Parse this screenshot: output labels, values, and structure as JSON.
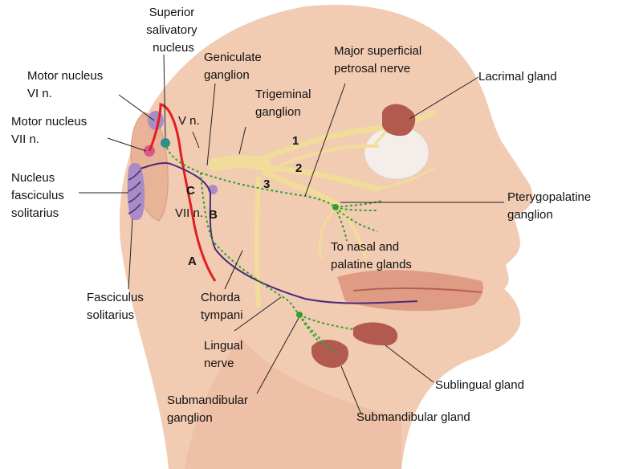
{
  "colors": {
    "skin": "#f2cbb3",
    "skin_shadow": "#e2a88c",
    "nerve": "#f1dc9a",
    "gland": "#b25a4f",
    "parasympathetic": "#30a12a",
    "motor": "#e02020",
    "sensory": "#4a2a7a",
    "nucleus": "#a98bc6"
  },
  "labels": {
    "superior_salivatory": [
      "Superior",
      "salivatory",
      "nucleus"
    ],
    "geniculate": [
      "Geniculate",
      "ganglion"
    ],
    "motor_vi": [
      "Motor nucleus",
      "VI n."
    ],
    "motor_vii": [
      "Motor nucleus",
      "VII n."
    ],
    "trigeminal": [
      "Trigeminal",
      "ganglion"
    ],
    "v_n": "V n.",
    "major_petrosal": [
      "Major superficial",
      "petrosal nerve"
    ],
    "lacrimal": "Lacrimal gland",
    "nucleus_fasciculus": [
      "Nucleus",
      "fasciculus",
      "solitarius"
    ],
    "vii_n": "VII n.",
    "pterygopalatine": [
      "Pterygopalatine",
      "ganglion"
    ],
    "nasal_palatine": [
      "To nasal and",
      "palatine glands"
    ],
    "fasciculus": [
      "Fasciculus",
      "solitarius"
    ],
    "chorda": [
      "Chorda",
      "tympani"
    ],
    "lingual": [
      "Lingual",
      "nerve"
    ],
    "submandibular_ganglion": [
      "Submandibular",
      "ganglion"
    ],
    "sublingual": "Sublingual gland",
    "submandibular_gland": "Submandibular gland",
    "markers": {
      "a": "A",
      "b": "B",
      "c": "C",
      "one": "1",
      "two": "2",
      "three": "3"
    }
  }
}
